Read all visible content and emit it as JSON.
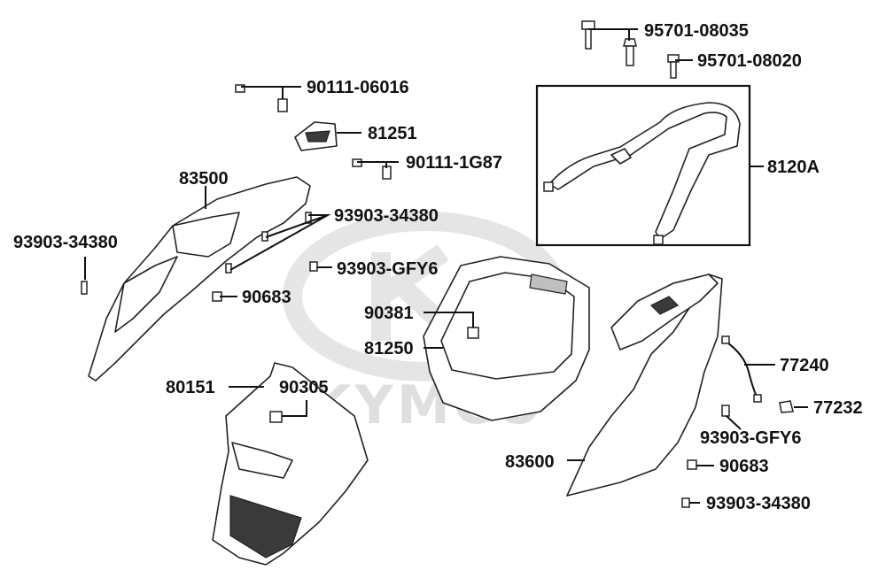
{
  "watermark": {
    "text": "KYMCO"
  },
  "parts": [
    {
      "id": "p95701_08035",
      "number": "95701-08035"
    },
    {
      "id": "p95701_08020",
      "number": "95701-08020"
    },
    {
      "id": "p90111_06016",
      "number": "90111-06016"
    },
    {
      "id": "p81251",
      "number": "81251"
    },
    {
      "id": "p90111_1g87",
      "number": "90111-1G87"
    },
    {
      "id": "p8120a",
      "number": "8120A"
    },
    {
      "id": "p83500",
      "number": "83500"
    },
    {
      "id": "p93903_34380_top",
      "number": "93903-34380"
    },
    {
      "id": "p93903_34380_left",
      "number": "93903-34380"
    },
    {
      "id": "p93903_gfy6_top",
      "number": "93903-GFY6"
    },
    {
      "id": "p90683_left",
      "number": "90683"
    },
    {
      "id": "p90381",
      "number": "90381"
    },
    {
      "id": "p81250",
      "number": "81250"
    },
    {
      "id": "p77240",
      "number": "77240"
    },
    {
      "id": "p80151",
      "number": "80151"
    },
    {
      "id": "p90305",
      "number": "90305"
    },
    {
      "id": "p77232",
      "number": "77232"
    },
    {
      "id": "p93903_gfy6_right",
      "number": "93903-GFY6"
    },
    {
      "id": "p83600",
      "number": "83600"
    },
    {
      "id": "p90683_right",
      "number": "90683"
    },
    {
      "id": "p93903_34380_bottom",
      "number": "93903-34380"
    }
  ]
}
